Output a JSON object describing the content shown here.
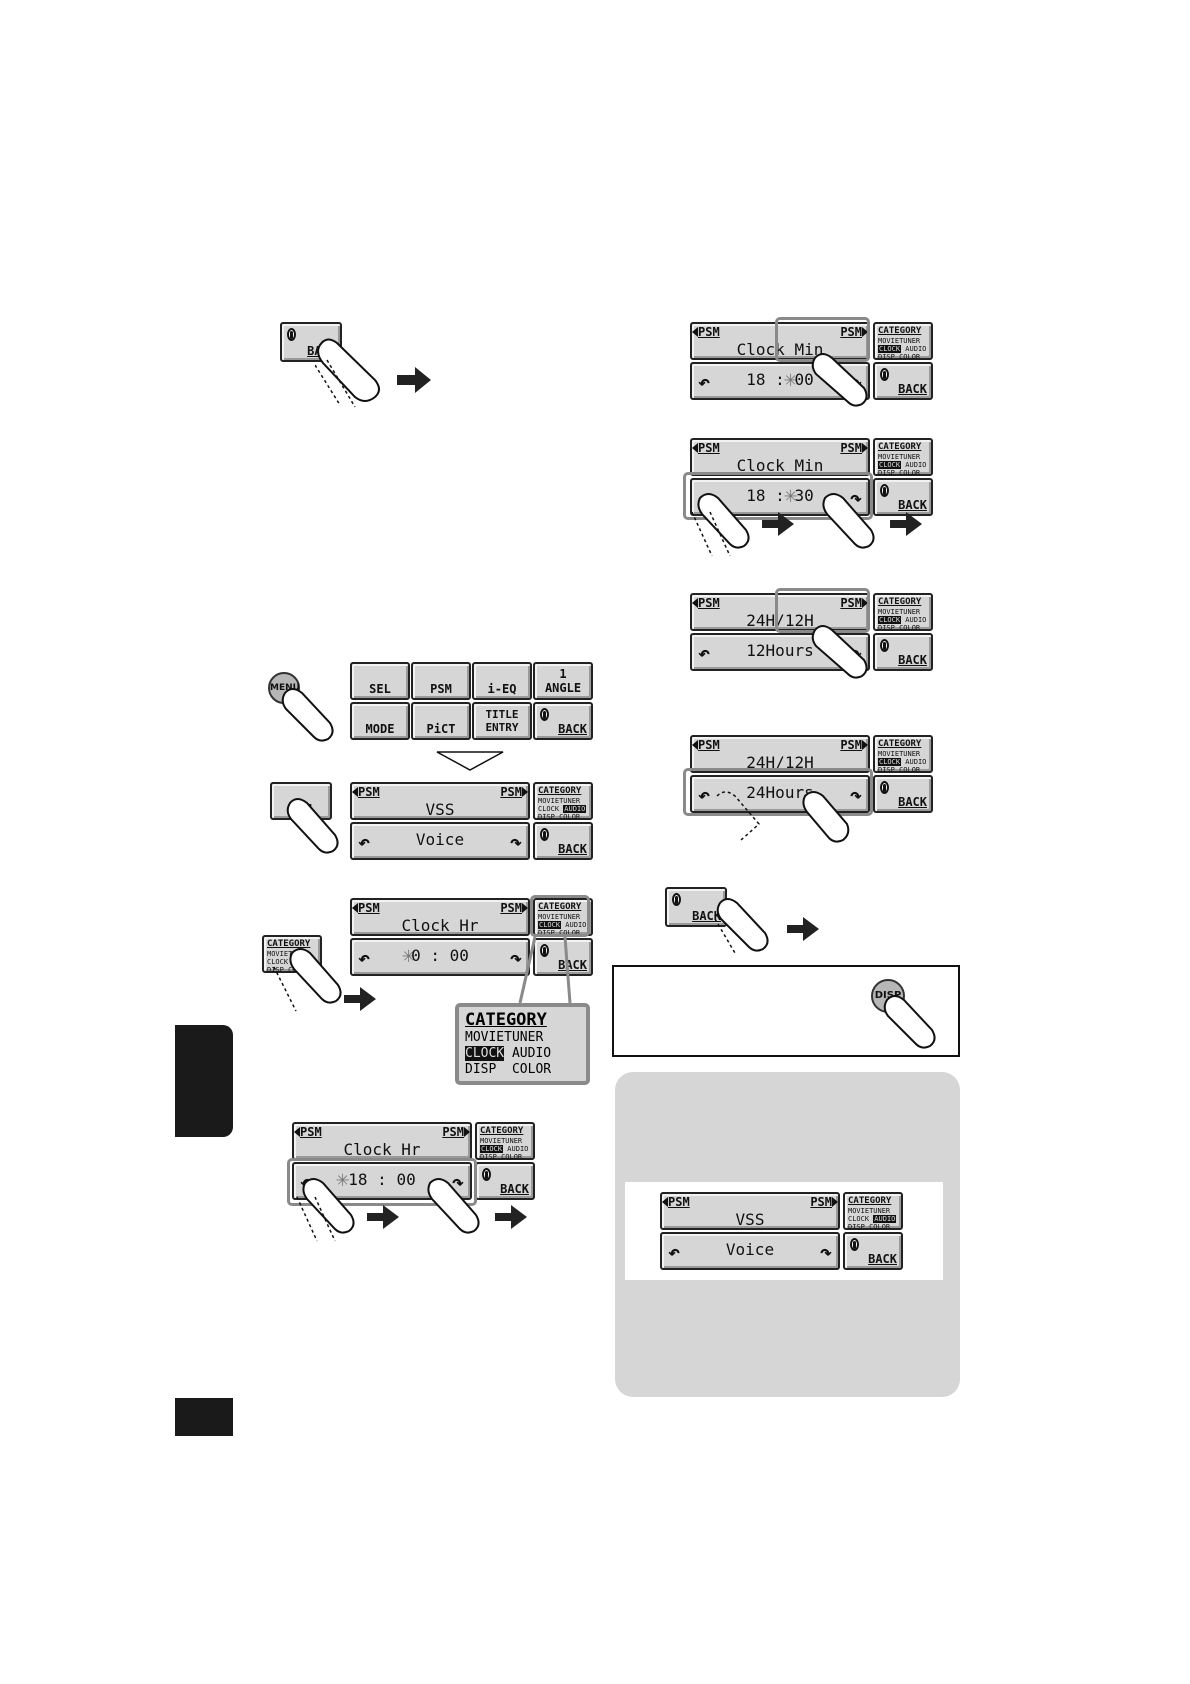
{
  "labels": {
    "psm": "PSM",
    "category": "CATEGORY",
    "movie": "MOVIE",
    "tuner": "TUNER",
    "clock": "CLOCK",
    "audio": "AUDIO",
    "disp": "DISP",
    "color": "COLOR",
    "back": "BACK",
    "menu_button": "MENU",
    "disp_button": "DISP"
  },
  "menu_grid": {
    "buttons": [
      "SEL",
      "PSM",
      "i-EQ",
      "1\nANGLE",
      "MODE",
      "PiCT",
      "TITLE\nENTRY",
      "BACK"
    ]
  },
  "screens": {
    "vss": {
      "top": "VSS",
      "bottom": "Voice"
    },
    "clock_hr_start": {
      "top": "Clock Hr",
      "bottom": "0 : 00"
    },
    "clock_hr_set": {
      "top": "Clock Hr",
      "bottom": "18 : 00"
    },
    "clock_min_start": {
      "top": "Clock Min",
      "bottom": "18 : 00"
    },
    "clock_min_set": {
      "top": "Clock Min",
      "bottom": "18 : 30"
    },
    "mode_12h": {
      "top": "24H/12H",
      "bottom": "12Hours"
    },
    "mode_24h": {
      "top": "24H/12H",
      "bottom": "24Hours"
    },
    "vss_inset": {
      "top": "VSS",
      "bottom": "Voice"
    }
  },
  "zoom_category": {
    "title": "CATEGORY",
    "row1": [
      "MOVIE",
      "TUNER"
    ],
    "row2": [
      "CLOCK",
      "AUDIO"
    ],
    "row3": [
      "DISP",
      "COLOR"
    ]
  },
  "colors": {
    "lcd": "#d6d6d6",
    "tab": "#1a1a1a",
    "panel": "#d6d6d6",
    "highlight": "#8a8a8a"
  }
}
